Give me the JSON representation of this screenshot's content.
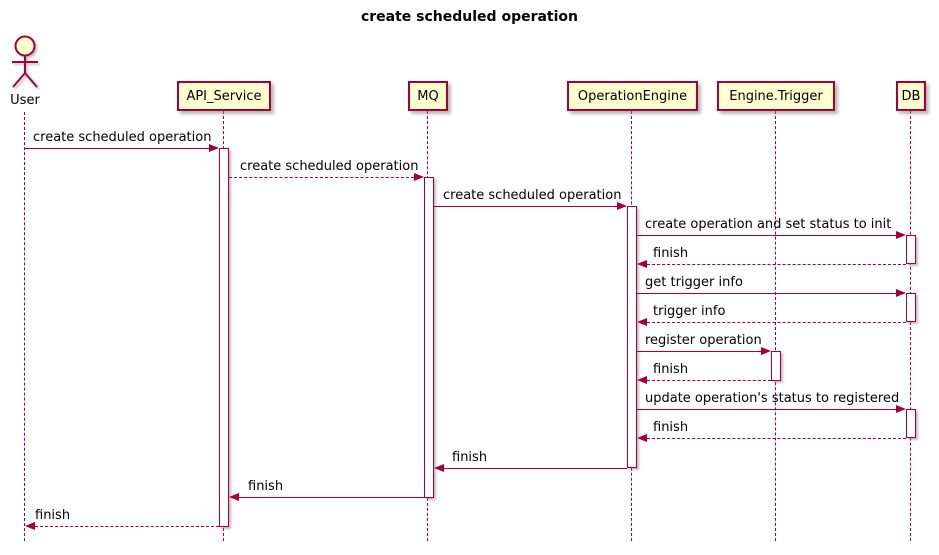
{
  "title": "create scheduled operation",
  "diagram_type": "sequence",
  "participants": [
    {
      "name": "User",
      "type": "actor"
    },
    {
      "name": "API_Service",
      "type": "participant"
    },
    {
      "name": "MQ",
      "type": "participant"
    },
    {
      "name": "OperationEngine",
      "type": "participant"
    },
    {
      "name": "Engine.Trigger",
      "type": "participant"
    },
    {
      "name": "DB",
      "type": "participant"
    }
  ],
  "messages": [
    {
      "from": "User",
      "to": "API_Service",
      "label": "create scheduled operation",
      "line": "solid"
    },
    {
      "from": "API_Service",
      "to": "MQ",
      "label": "create scheduled operation",
      "line": "dashed"
    },
    {
      "from": "MQ",
      "to": "OperationEngine",
      "label": "create scheduled operation",
      "line": "solid"
    },
    {
      "from": "OperationEngine",
      "to": "DB",
      "label": "create operation and set status to init",
      "line": "solid"
    },
    {
      "from": "DB",
      "to": "OperationEngine",
      "label": "finish",
      "line": "dashed"
    },
    {
      "from": "OperationEngine",
      "to": "DB",
      "label": "get trigger info",
      "line": "solid"
    },
    {
      "from": "DB",
      "to": "OperationEngine",
      "label": "trigger info",
      "line": "dashed"
    },
    {
      "from": "OperationEngine",
      "to": "Engine.Trigger",
      "label": "register operation",
      "line": "solid"
    },
    {
      "from": "Engine.Trigger",
      "to": "OperationEngine",
      "label": "finish",
      "line": "dashed"
    },
    {
      "from": "OperationEngine",
      "to": "DB",
      "label": "update operation's status to registered",
      "line": "solid"
    },
    {
      "from": "DB",
      "to": "OperationEngine",
      "label": "finish",
      "line": "dashed"
    },
    {
      "from": "OperationEngine",
      "to": "MQ",
      "label": "finish",
      "line": "solid"
    },
    {
      "from": "MQ",
      "to": "API_Service",
      "label": "finish",
      "line": "solid"
    },
    {
      "from": "API_Service",
      "to": "User",
      "label": "finish",
      "line": "dashed"
    }
  ],
  "colors": {
    "participant_fill": "#FEFECE",
    "line_color": "#A80036",
    "text_color": "#000000",
    "background": "#FFFFFF"
  }
}
